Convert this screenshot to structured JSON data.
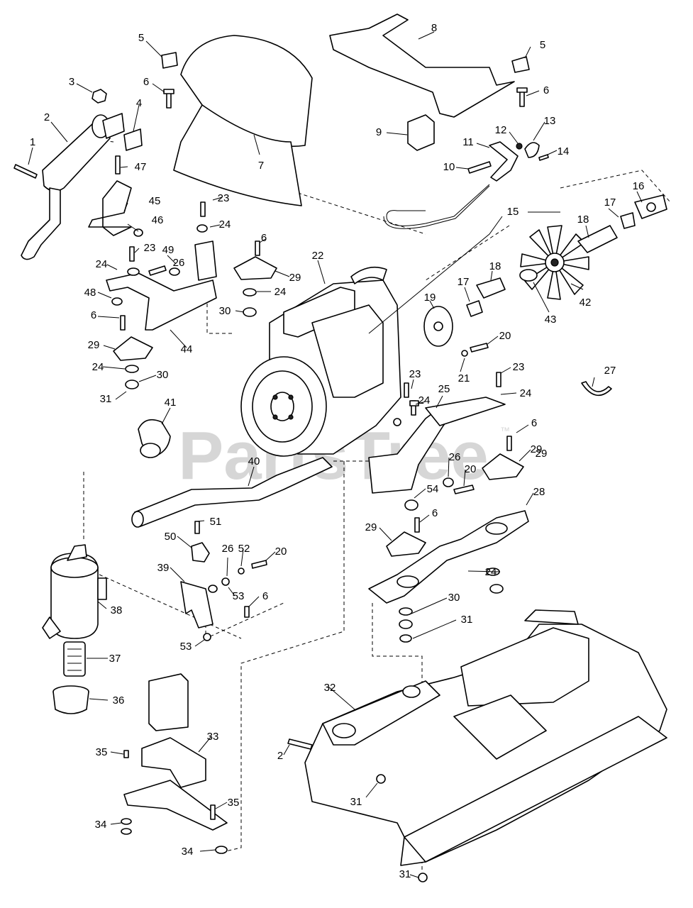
{
  "watermark": {
    "text": "PartsTree",
    "trademark": "™"
  },
  "callouts": [
    "1",
    "2",
    "3",
    "4",
    "5",
    "5",
    "6",
    "6",
    "6",
    "6",
    "6",
    "6",
    "6",
    "7",
    "8",
    "9",
    "10",
    "11",
    "12",
    "13",
    "14",
    "15",
    "16",
    "17",
    "17",
    "18",
    "18",
    "19",
    "20",
    "20",
    "20",
    "21",
    "22",
    "23",
    "23",
    "23",
    "23",
    "24",
    "24",
    "24",
    "24",
    "24",
    "24",
    "24",
    "25",
    "26",
    "26",
    "26",
    "27",
    "28",
    "29",
    "29",
    "29",
    "29",
    "29",
    "30",
    "30",
    "30",
    "31",
    "31",
    "31",
    "31",
    "32",
    "33",
    "34",
    "34",
    "35",
    "35",
    "36",
    "37",
    "38",
    "39",
    "40",
    "41",
    "42",
    "43",
    "44",
    "45",
    "46",
    "47",
    "48",
    "49",
    "50",
    "51",
    "52",
    "53",
    "53",
    "54"
  ]
}
